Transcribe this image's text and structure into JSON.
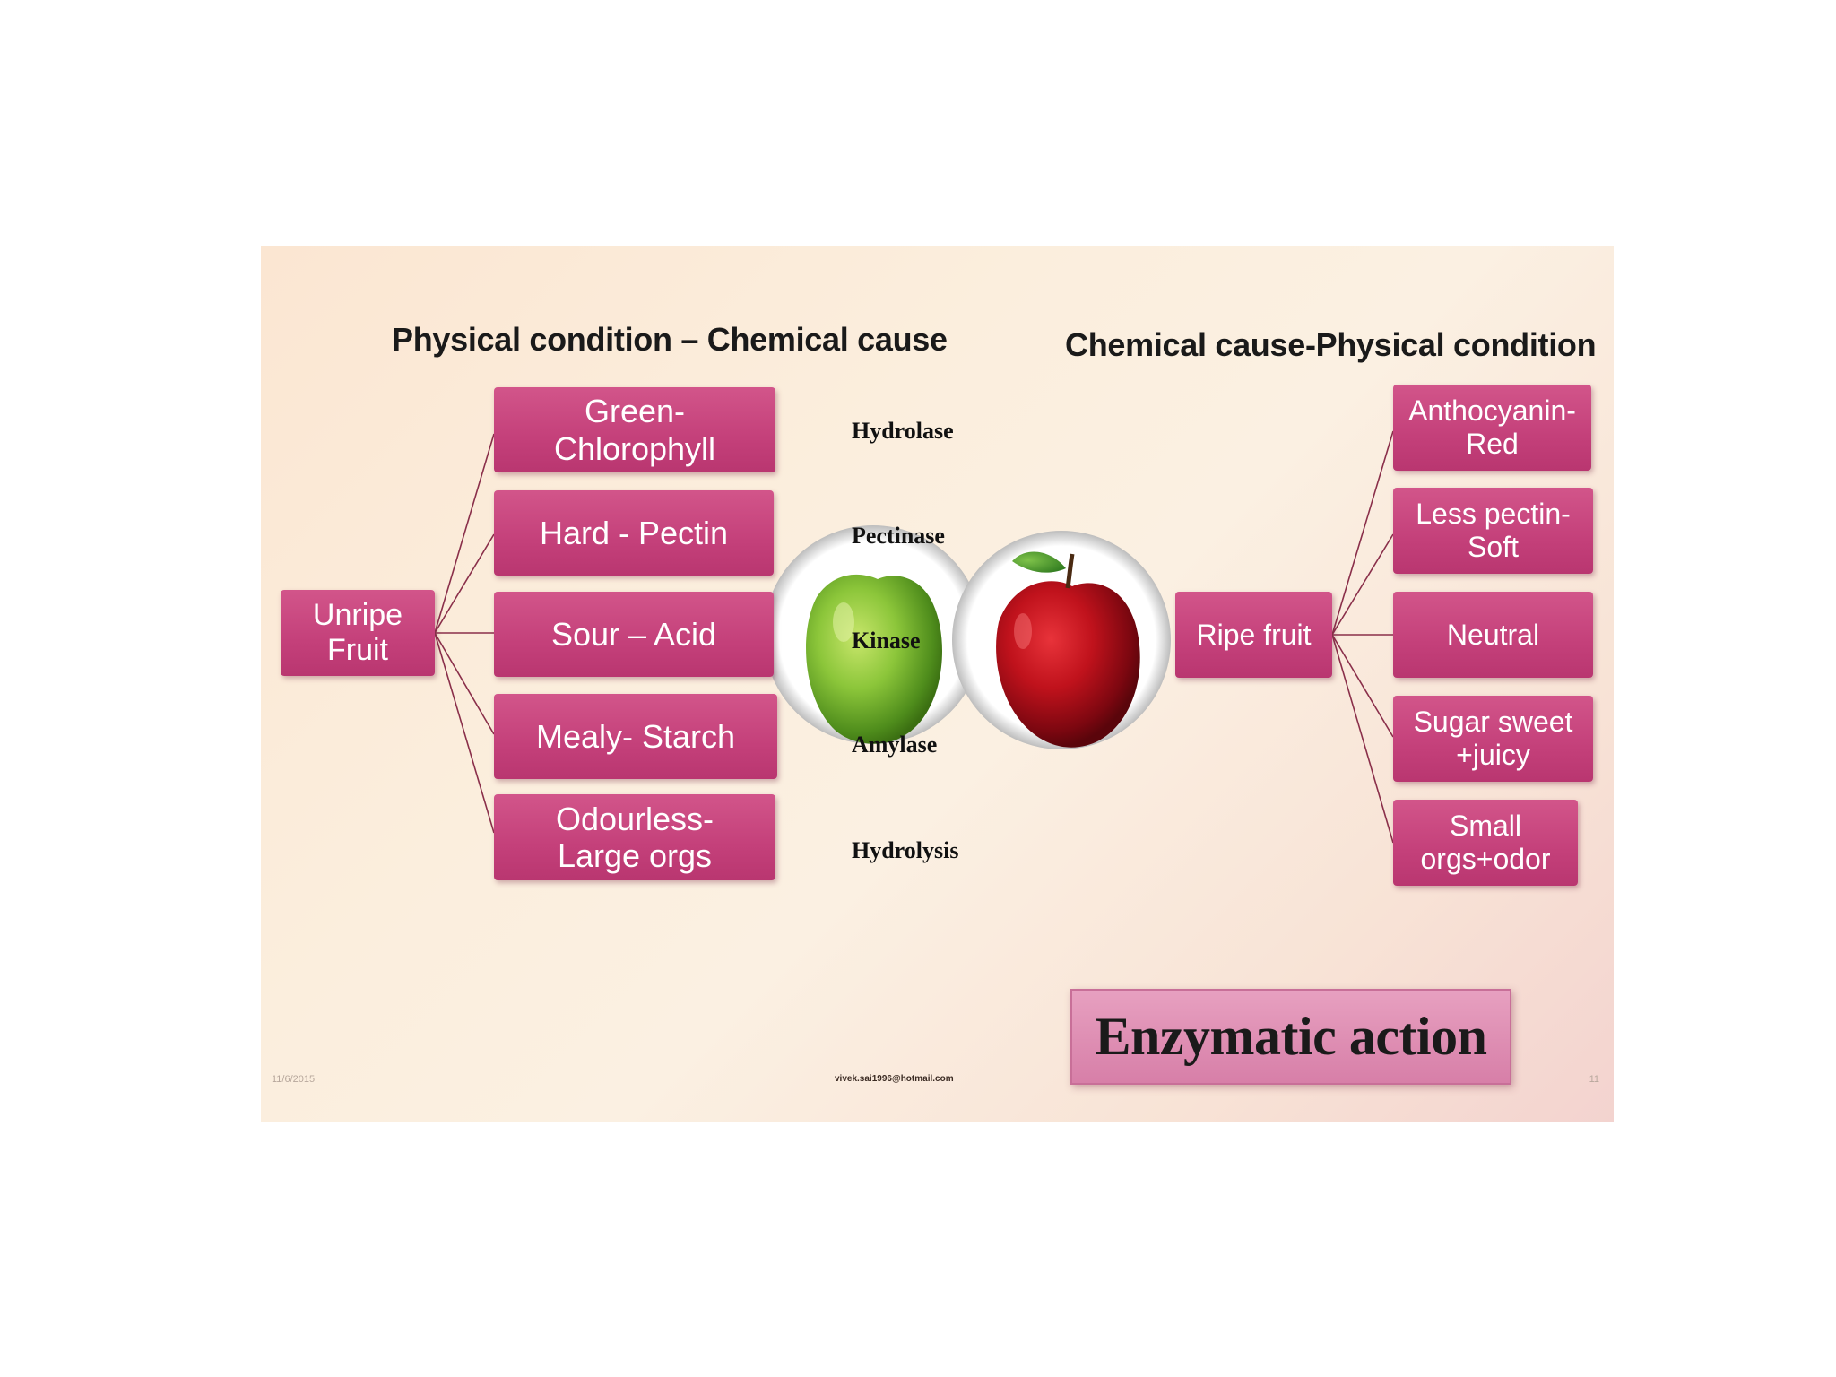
{
  "slide": {
    "heading_left": "Physical condition – Chemical cause",
    "heading_right": "Chemical cause-Physical condition",
    "left_root": "Unripe Fruit",
    "left_items": [
      "Green- Chlorophyll",
      "Hard - Pectin",
      "Sour – Acid",
      "Mealy- Starch",
      "Odourless- Large orgs"
    ],
    "enzymes": [
      "Hydrolase",
      "Pectinase",
      "Kinase",
      "Amylase",
      "Hydrolysis"
    ],
    "right_root": "Ripe fruit",
    "right_items": [
      "Anthocyanin- Red",
      "Less pectin- Soft",
      "Neutral",
      "Sugar sweet +juicy",
      "Small orgs+odor"
    ],
    "title": "Enzymatic action",
    "footer": {
      "date": "11/6/2015",
      "email": "vivek.sai1996@hotmail.com",
      "page": "11"
    },
    "colors": {
      "box": "#c9437a",
      "connector": "#8a2f4a",
      "title_box": "#e09ab8"
    }
  }
}
